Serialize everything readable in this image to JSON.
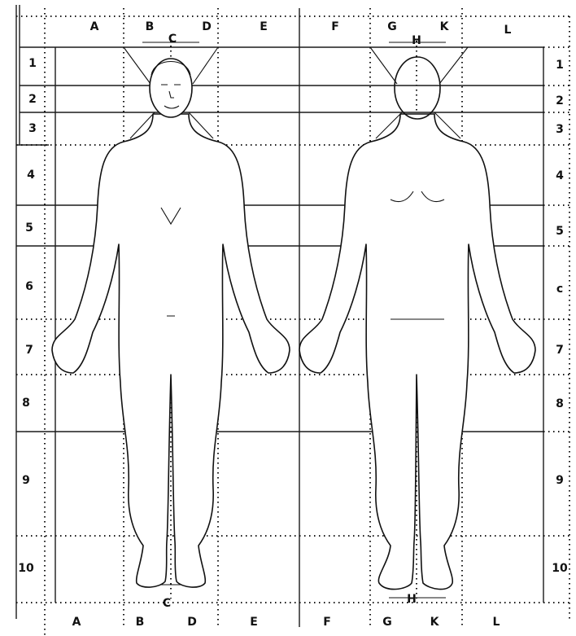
{
  "columns_top": [
    "A",
    "B",
    "D",
    "E",
    "F",
    "G",
    "K",
    "L"
  ],
  "columns_bottom": [
    "A",
    "B",
    "D",
    "E",
    "F",
    "G",
    "K",
    "L"
  ],
  "rows_left": [
    "1",
    "2",
    "3",
    "4",
    "5",
    "6",
    "7",
    "8",
    "9",
    "10"
  ],
  "rows_right": [
    "1",
    "2",
    "3",
    "4",
    "5",
    "c",
    "7",
    "8",
    "9",
    "10"
  ],
  "midline_front": "C",
  "midline_back": "H"
}
